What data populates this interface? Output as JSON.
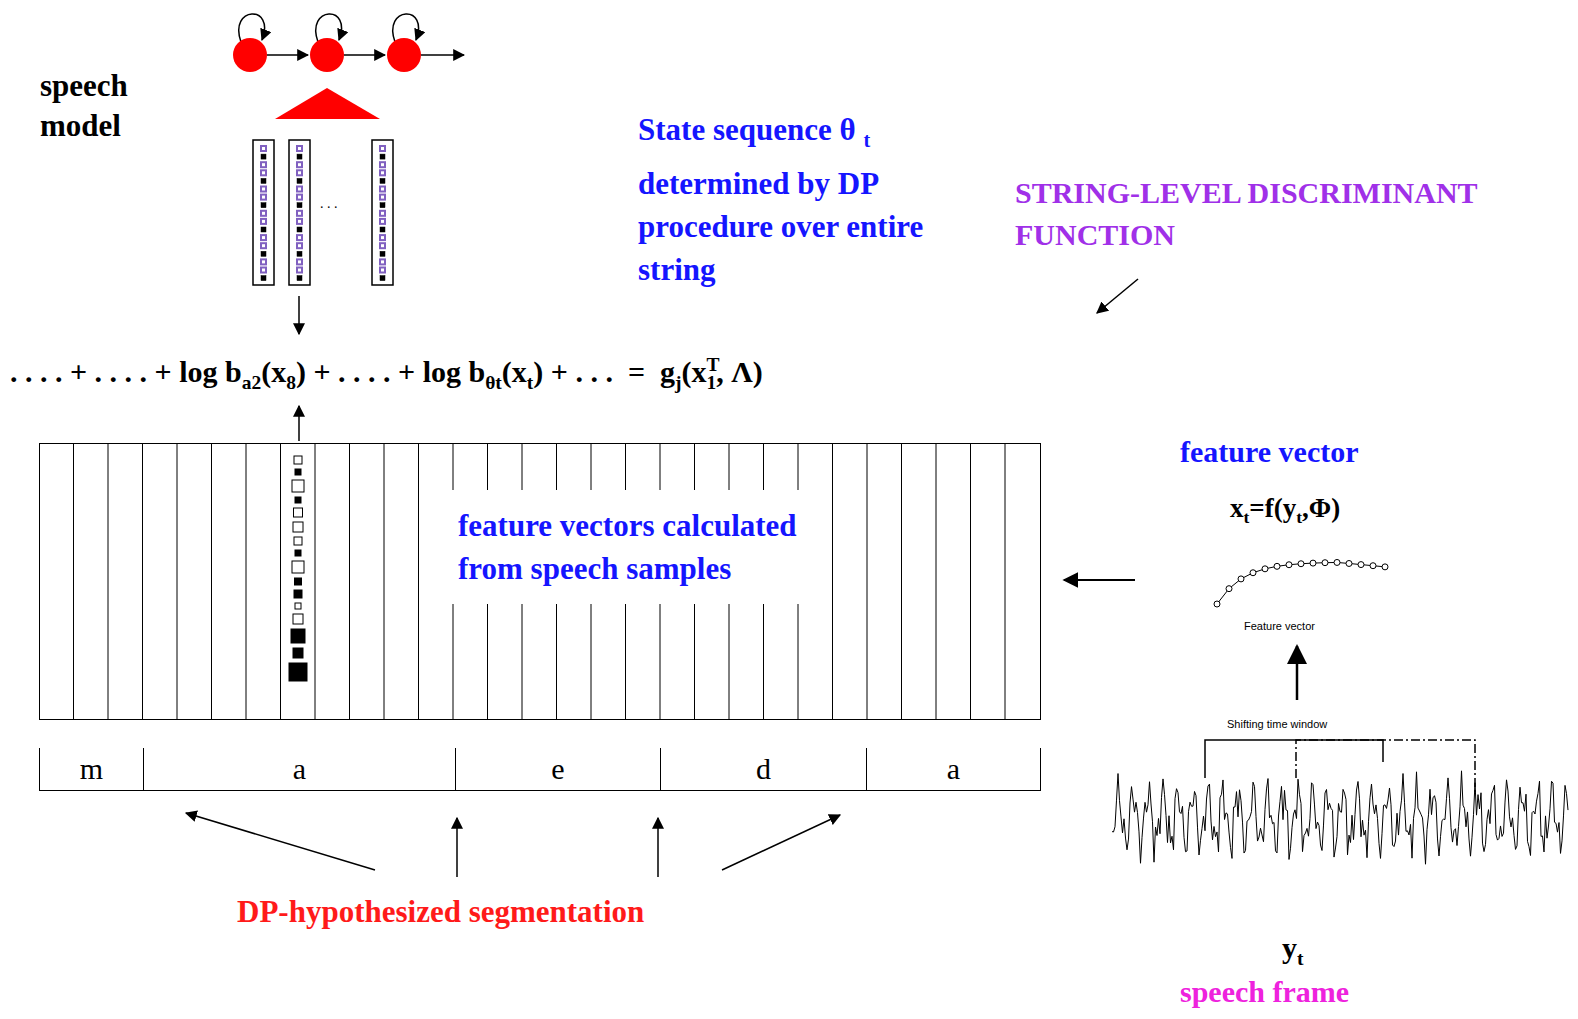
{
  "diagram": {
    "nodes": [
      {
        "text": [
          "feature vectors calculated from speech samples"
        ]
      },
      {
        "text": [
          "m"
        ]
      },
      {
        "text": [
          "a"
        ]
      },
      {
        "text": [
          "e"
        ]
      },
      {
        "text": [
          "d"
        ]
      },
      {
        "text": [
          "a"
        ]
      }
    ],
    "labels": [
      "speech model",
      "State sequence θ",
      "t",
      "determined by DP procedure over entire string",
      "STRING-LEVEL DISCRIMINANT FUNCTION",
      ". . . . + . . . . + log b",
      "a2",
      "(x",
      "8",
      ") + . . . . + log b",
      "θt",
      "(x",
      "t",
      ") + . . .  =  g",
      "j",
      "(x",
      "T",
      "1",
      ", Λ)",
      "feature vector",
      "x",
      "t",
      "=f(y",
      "t",
      ",Φ)",
      "Feature vector",
      "Shifting time window",
      "y",
      "t",
      "speech frame",
      "DP-hypothesized segmentation",
      ". . ."
    ]
  }
}
